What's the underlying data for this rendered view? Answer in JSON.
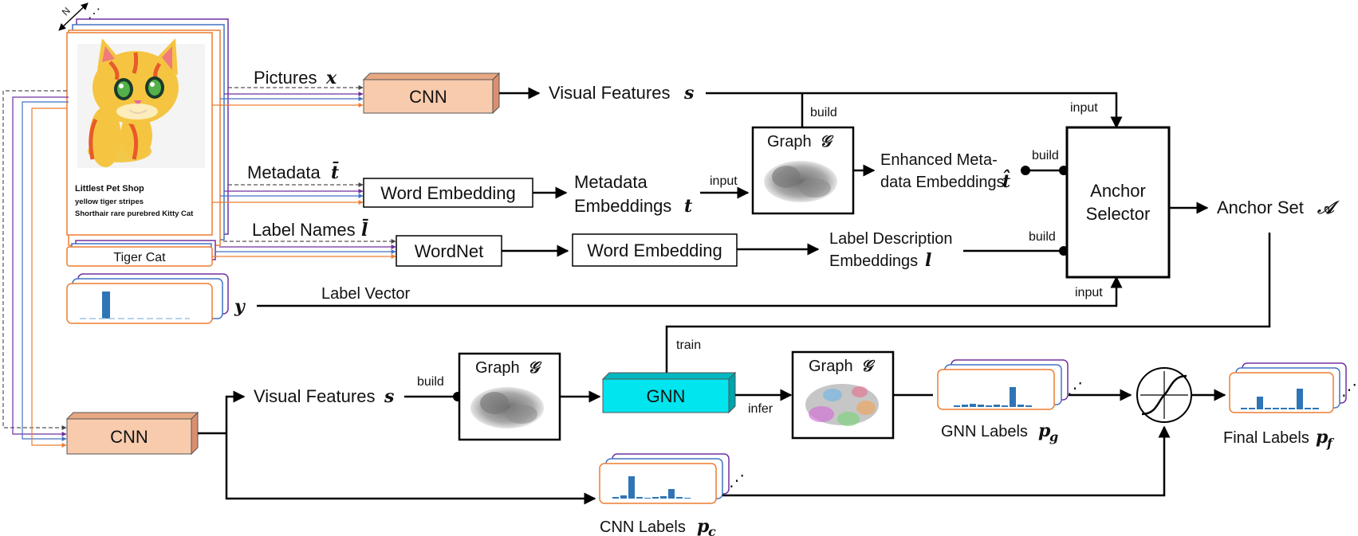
{
  "card": {
    "product_title": "Littlest Pet Shop",
    "product_line1": "yellow tiger stripes",
    "product_line2": "Shorthair rare purebred Kitty Cat",
    "label_name": "Tiger Cat",
    "stack_count": "N"
  },
  "nodes": {
    "cnn_top": "CNN",
    "word_embedding_1": "Word Embedding",
    "wordnet": "WordNet",
    "word_embedding_2": "Word Embedding",
    "anchor_selector_line1": "Anchor",
    "anchor_selector_line2": "Selector",
    "cnn_bottom": "CNN",
    "gnn": "GNN",
    "graph_top": "Graph",
    "graph_mid": "Graph",
    "graph_right": "Graph",
    "graph_symbol": "𝒢"
  },
  "labels": {
    "pictures": "Pictures",
    "pictures_var": "x",
    "metadata": "Metadata",
    "metadata_var": "t̄",
    "label_names": "Label Names",
    "label_names_var": "l̄",
    "visual_features_top": "Visual Features",
    "visual_features_top_var": "s",
    "metadata_emb_line1": "Metadata",
    "metadata_emb_line2": "Embeddings",
    "metadata_emb_var": "t",
    "enhanced_line1": "Enhanced Meta-",
    "enhanced_line2": "data Embeddings",
    "enhanced_var": "t̂",
    "label_desc_line1": "Label Description",
    "label_desc_line2": "Embeddings",
    "label_desc_var": "l",
    "label_vector": "Label Vector",
    "label_vector_var": "y",
    "anchor_set": "Anchor Set",
    "anchor_set_var": "𝒜",
    "visual_features_bottom": "Visual Features",
    "visual_features_bottom_var": "s",
    "gnn_labels": "GNN Labels",
    "gnn_labels_var": "p",
    "gnn_labels_sub": "g",
    "cnn_labels": "CNN Labels",
    "cnn_labels_var": "p",
    "cnn_labels_sub": "c",
    "final_labels": "Final Labels",
    "final_labels_var": "p",
    "final_labels_sub": "f"
  },
  "edge_labels": {
    "build_top": "build",
    "input_mid": "input",
    "input_top_right": "input",
    "build_enhanced": "build",
    "build_desc": "build",
    "input_bottom_right": "input",
    "train": "train",
    "build_bottom": "build",
    "infer": "infer"
  },
  "ellipsis": "⋰",
  "colors": {
    "cnn_fill": "#f8cbad",
    "cnn_side": "#e8a882",
    "gnn_fill": "#00e5ee",
    "gnn_side": "#00b8c0",
    "stack_orange": "#ed7d31",
    "stack_blue": "#4472c4",
    "stack_purple": "#7030a0",
    "bar_blue": "#2e75b6"
  }
}
